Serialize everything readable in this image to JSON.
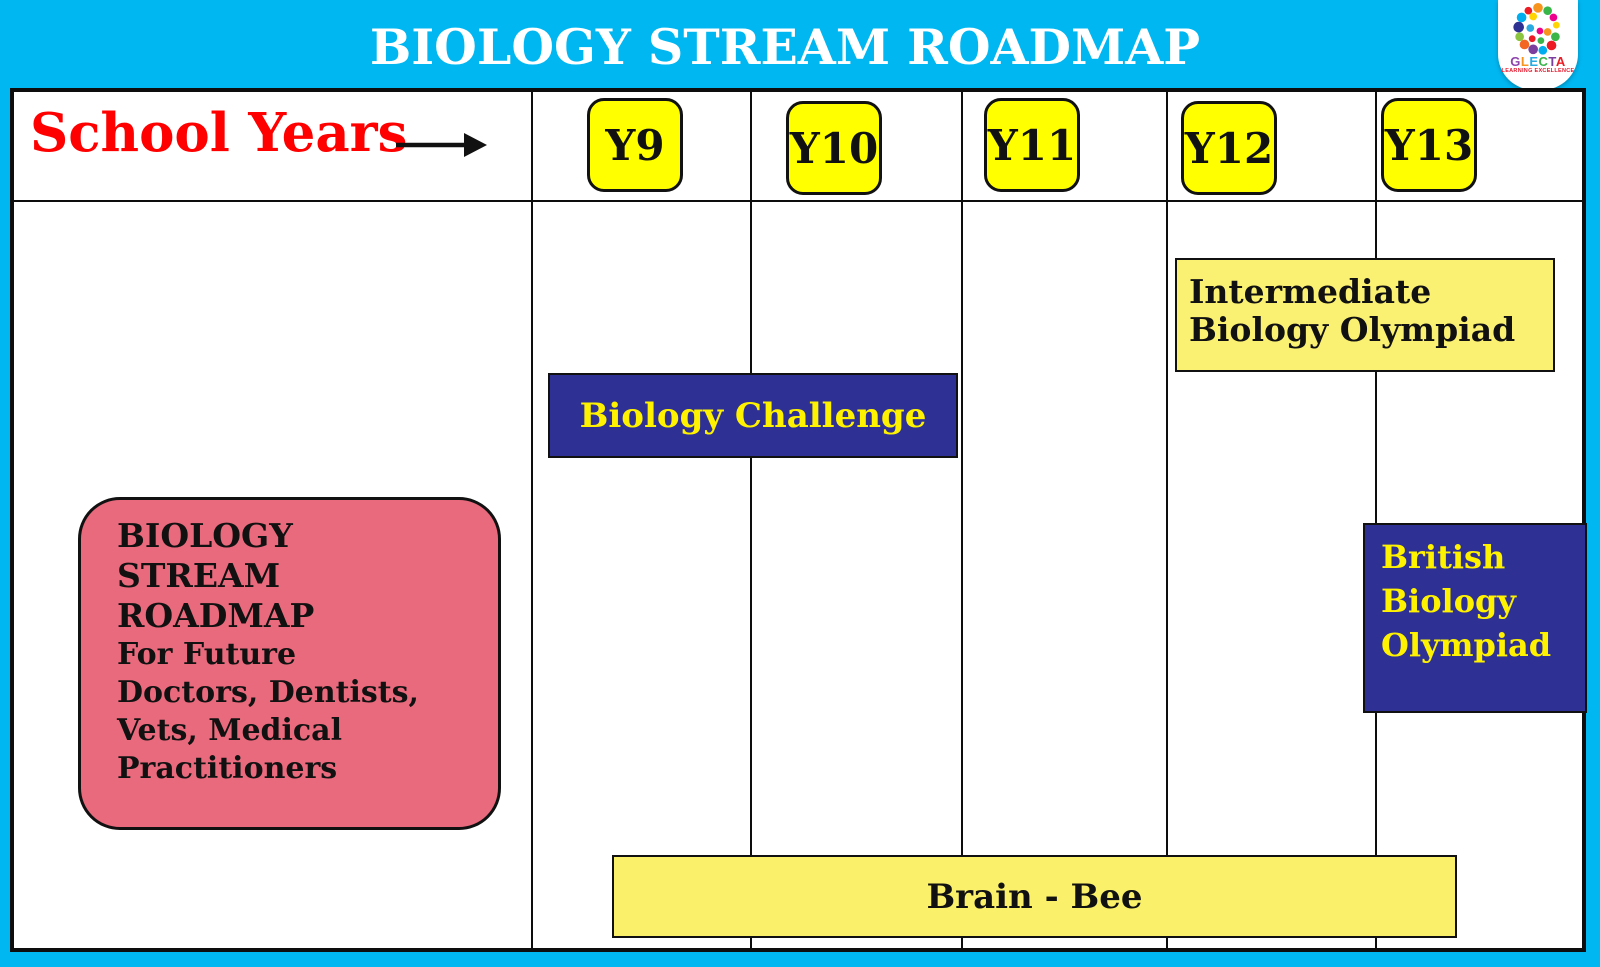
{
  "slide": {
    "title": "BIOLOGY STREAM ROADMAP"
  },
  "logo": {
    "monogram": "G",
    "letters": [
      "G",
      "L",
      "E",
      "C",
      "T",
      "A"
    ],
    "letter_colors": [
      "#8e44ad",
      "#f7941d",
      "#29abe2",
      "#39b54a",
      "#7b3f9e",
      "#ed1c24"
    ],
    "tagline": "LEARNING EXCELLENCE"
  },
  "header": {
    "label": "School Years",
    "years": [
      "Y9",
      "Y10",
      "Y11",
      "Y12",
      "Y13"
    ]
  },
  "roadmap_box": {
    "title": "BIOLOGY\nSTREAM\nROADMAP",
    "subtitle": "For Future\nDoctors, Dentists,\nVets, Medical\nPractitioners"
  },
  "events": [
    {
      "id": "biology-challenge",
      "label": "Biology Challenge",
      "spans": [
        "Y9",
        "Y10"
      ],
      "style": "navy-yellow-text"
    },
    {
      "id": "intermediate-biology-olympiad",
      "label": "Intermediate\nBiology Olympiad",
      "spans": [
        "Y12",
        "Y13"
      ],
      "style": "light-yellow-black-text"
    },
    {
      "id": "british-biology-olympiad",
      "label": "British\nBiology\nOlympiad",
      "spans": [
        "Y13"
      ],
      "style": "navy-yellow-text"
    },
    {
      "id": "brain-bee",
      "label": "Brain - Bee",
      "spans": [
        "Y9",
        "Y10",
        "Y11",
        "Y12",
        "Y13"
      ],
      "style": "light-yellow-black-text"
    }
  ],
  "colors": {
    "frame_cyan": "#00B7F1",
    "navy": "#2E3193",
    "year_badge_yellow": "#FFFF00",
    "light_yellow": "#FAF173",
    "pink": "#E96A7D",
    "red_label": "#FE0000",
    "event_text_yellow": "#FFF200",
    "title_text": "#FFFFFF"
  }
}
